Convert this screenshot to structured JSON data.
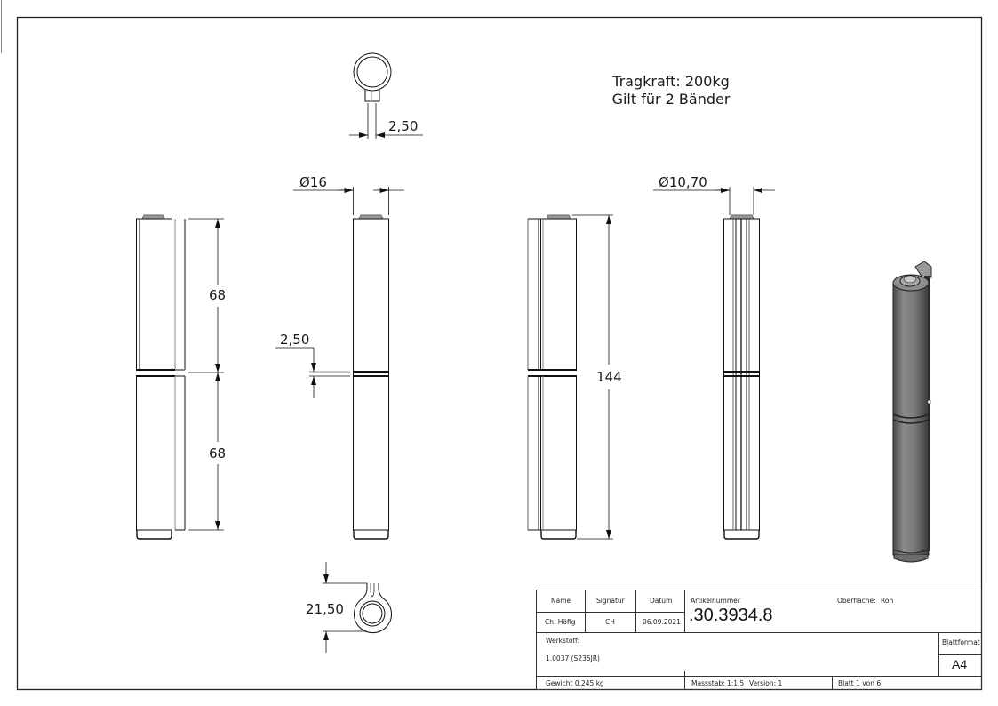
{
  "notes": {
    "load_capacity": "Tragkraft: 200kg",
    "applies_to": "Gilt für 2 Bänder"
  },
  "dimensions": {
    "top_view_lug_width": "2,50",
    "diameter_outer": "Ø16",
    "diameter_pin": "Ø10,70",
    "gap_height": "2,50",
    "upper_half_length": "68",
    "lower_half_length": "68",
    "total_length": "144",
    "bottom_view_width": "21,50"
  },
  "title_block": {
    "headers": {
      "name": "Name",
      "signature": "Signatur",
      "date": "Datum"
    },
    "values": {
      "name": "Ch. Höfig",
      "signature": "CH",
      "date": "06.09.2021"
    },
    "article_label": "Artikelnummer",
    "article_number": ".30.3934.8",
    "surface_label": "Oberfläche:",
    "surface_value": "Roh",
    "material_label": "Werkstoff:",
    "material_value": "1.0037 (S235JR)",
    "sheet_format_label": "Blattformat",
    "sheet_format_value": "A4",
    "weight": "Gewicht 0.245 kg",
    "scale": "Massstab: 1:1.5",
    "version": "Version: 1",
    "sheet": "Blatt 1 von 6"
  },
  "colors": {
    "line": "#111111",
    "thin_line": "#6a6a6a",
    "cap_fill": "#9a9a9a",
    "iso_body": "#7d7d7d",
    "iso_dark": "#3d3d3d"
  }
}
